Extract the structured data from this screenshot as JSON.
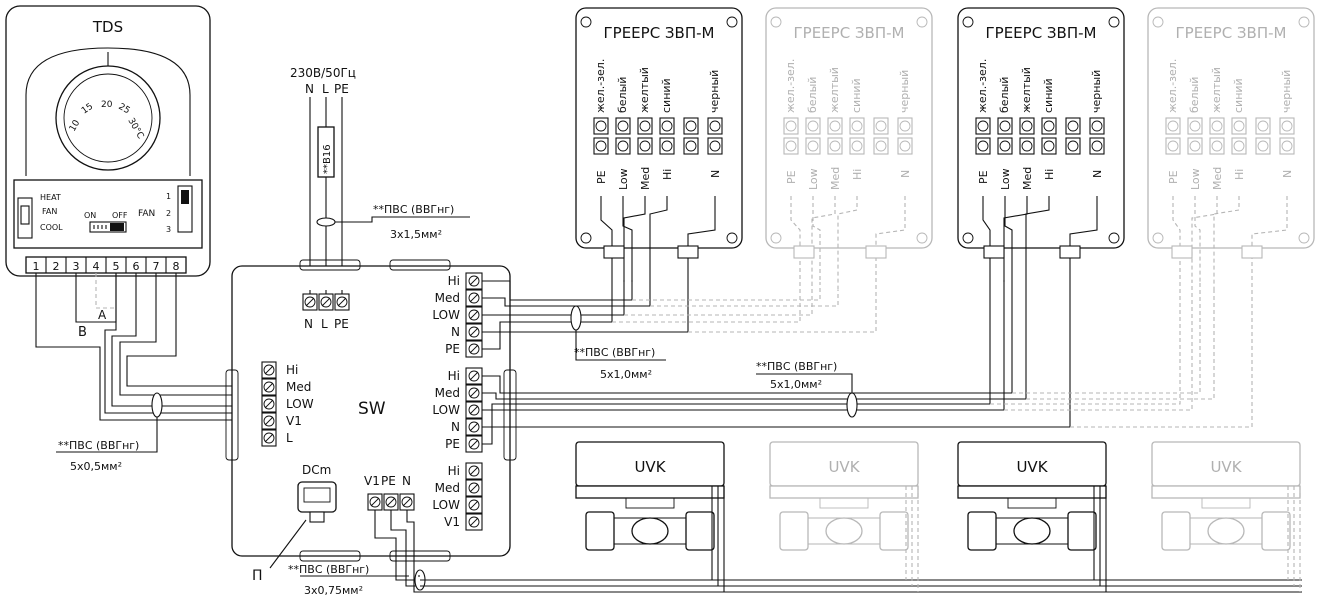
{
  "thermostat": {
    "title": "TDS",
    "dial_marks": [
      "10",
      "15",
      "20",
      "25",
      "30°C"
    ],
    "mode_labels": [
      "HEAT",
      "FAN",
      "COOL"
    ],
    "switch_labels": [
      "ON",
      "OFF"
    ],
    "fan_label": "FAN",
    "fan_positions": [
      "1",
      "2",
      "3"
    ],
    "terminals": [
      "1",
      "2",
      "3",
      "4",
      "5",
      "6",
      "7",
      "8"
    ],
    "jumper_labels": [
      "B",
      "A"
    ]
  },
  "power": {
    "supply_label": "230В/50Гц",
    "supply_terminals": [
      "N",
      "L",
      "PE"
    ],
    "breaker": "**B16",
    "cable_label": "**ПВС (ВВГнг)",
    "cable_section": "3х1,5мм²"
  },
  "switch_box": {
    "name": "SW",
    "input_terminals": [
      "N",
      "L",
      "PE"
    ],
    "left_terminals": [
      "Hi",
      "Med",
      "LOW",
      "V1",
      "L"
    ],
    "out_group_1": [
      "Hi",
      "Med",
      "LOW",
      "N",
      "PE"
    ],
    "out_group_2": [
      "Hi",
      "Med",
      "LOW",
      "N",
      "PE"
    ],
    "out_group_3": [
      "Hi",
      "Med",
      "LOW",
      "V1"
    ],
    "bottom_terminals": [
      "V1",
      "PE",
      "N"
    ],
    "sensor_label": "DCm",
    "sensor_pointer": "П"
  },
  "cables": [
    {
      "label": "**ПВС (ВВГнг)",
      "section": "5х0,5мм²"
    },
    {
      "label": "**ПВС (ВВГнг)",
      "section": "5х1,0мм²"
    },
    {
      "label": "**ПВС (ВВГнг)",
      "section": "5х1,0мм²"
    },
    {
      "label": "**ПВС (ВВГнг)",
      "section": "3х0,75мм²"
    }
  ],
  "units": [
    {
      "name": "ГРЕЕРС ЗВП-М",
      "wires": [
        "жел.-зел.",
        "белый",
        "желтый",
        "синий",
        "",
        "черный"
      ],
      "terminals": [
        "PE",
        "Low",
        "Med",
        "Hi",
        "",
        "N"
      ]
    },
    {
      "name": "ГРЕЕРС ЗВП-М",
      "wires": [
        "жел.-зел.",
        "белый",
        "желтый",
        "синий",
        "",
        "черный"
      ],
      "terminals": [
        "PE",
        "Low",
        "Med",
        "Hi",
        "",
        "N"
      ]
    },
    {
      "name": "ГРЕЕРС ЗВП-М",
      "wires": [
        "жел.-зел.",
        "белый",
        "желтый",
        "синий",
        "",
        "черный"
      ],
      "terminals": [
        "PE",
        "Low",
        "Med",
        "Hi",
        "",
        "N"
      ]
    },
    {
      "name": "ГРЕЕРС ЗВП-М",
      "wires": [
        "жел.-зел.",
        "белый",
        "желтый",
        "синий",
        "",
        "черный"
      ],
      "terminals": [
        "PE",
        "Low",
        "Med",
        "Hi",
        "",
        "N"
      ]
    }
  ],
  "valves": [
    {
      "name": "UVK"
    },
    {
      "name": "UVK"
    },
    {
      "name": "UVK"
    },
    {
      "name": "UVK"
    }
  ]
}
